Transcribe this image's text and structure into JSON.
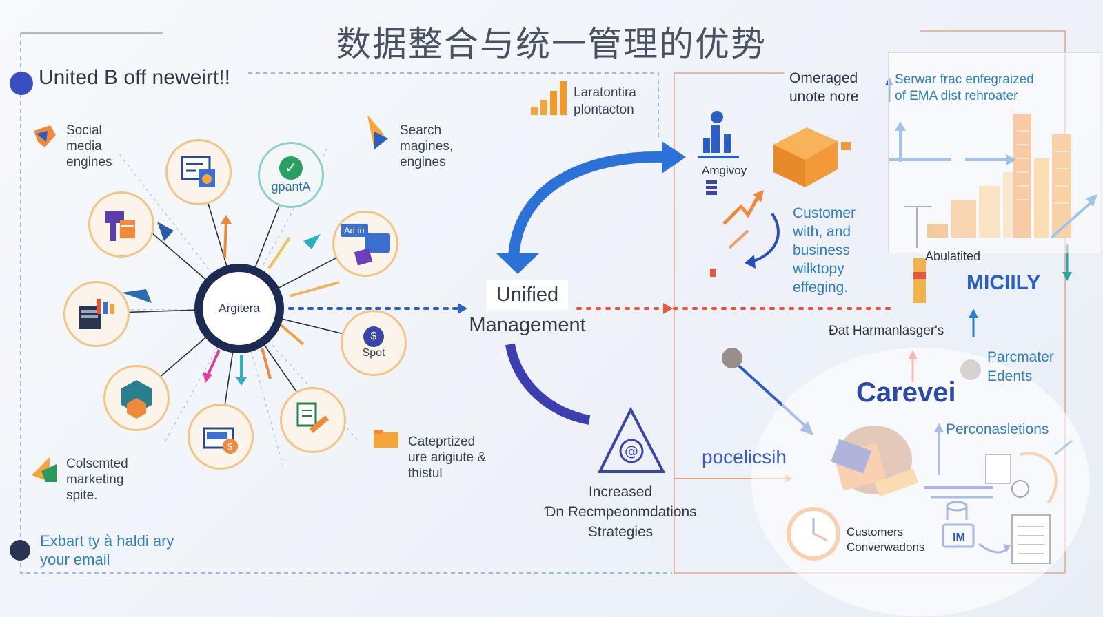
{
  "title": "数据整合与统一管理的优势",
  "left_header": "United B off neweirt!!",
  "hub_label": "Argitera",
  "center": {
    "line1": "Unified",
    "line2": "Management"
  },
  "left_nodes": {
    "social": "Social\nmedia\nengines",
    "search": "Search\nmagines,\nengines",
    "collected": "Colscmted\nmarketing\nspite.",
    "categorized": "Cateprtized\nure arigiute &\nthistul",
    "gpanta": "gpantA",
    "adin": "Ad in",
    "spot": "Spot"
  },
  "left_footer": "Exbart ty à haldi ary\nyour email",
  "top_mid": {
    "label": "Laratontira\nplontacton"
  },
  "bottom_mid": {
    "label": "Increased\nƊn Recmpeonmdations\nStrategies"
  },
  "right": {
    "omerged": "Omeraged\nunote nore",
    "server": "Serwar frac enfegraized\nof EMA dist rehroater",
    "amgivoy": "Amgivoy",
    "customer": "Customer\nwith, and\nbusiness\nwilktopy\neffeging.",
    "abulated": "Abulatited",
    "miciily": "MICIILY",
    "dat_harm": "Ɖat Harmanlasger's",
    "parameter": "Parcmater\nEdents",
    "carevei": "Carevei",
    "pocelicsih": "pocelicsih",
    "personal": "Perconasletions",
    "customers_conv": "Customers\nConverwadons",
    "im": "IM"
  },
  "colors": {
    "navy": "#1d2a52",
    "blue": "#2a6fd6",
    "orange": "#f29a3a",
    "red_dot": "#e8553a",
    "teal": "#2aa7a0",
    "accent_text": "#2f7fc8"
  }
}
